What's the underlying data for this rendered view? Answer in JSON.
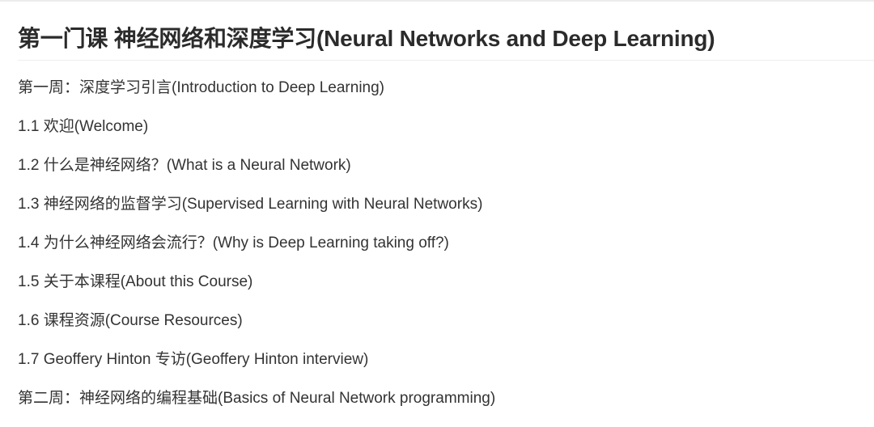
{
  "document": {
    "title": "第一门课 神经网络和深度学习(Neural Networks and Deep Learning)",
    "lines": [
      "第一周：深度学习引言(Introduction to Deep Learning)",
      "1.1 欢迎(Welcome)",
      "1.2 什么是神经网络？(What is a Neural Network)",
      "1.3 神经网络的监督学习(Supervised Learning with Neural Networks)",
      "1.4 为什么神经网络会流行？(Why is Deep Learning taking off?)",
      "1.5 关于本课程(About this Course)",
      "1.6 课程资源(Course Resources)",
      "1.7 Geoffery Hinton 专访(Geoffery Hinton interview)",
      "第二周：神经网络的编程基础(Basics of Neural Network programming)"
    ]
  }
}
